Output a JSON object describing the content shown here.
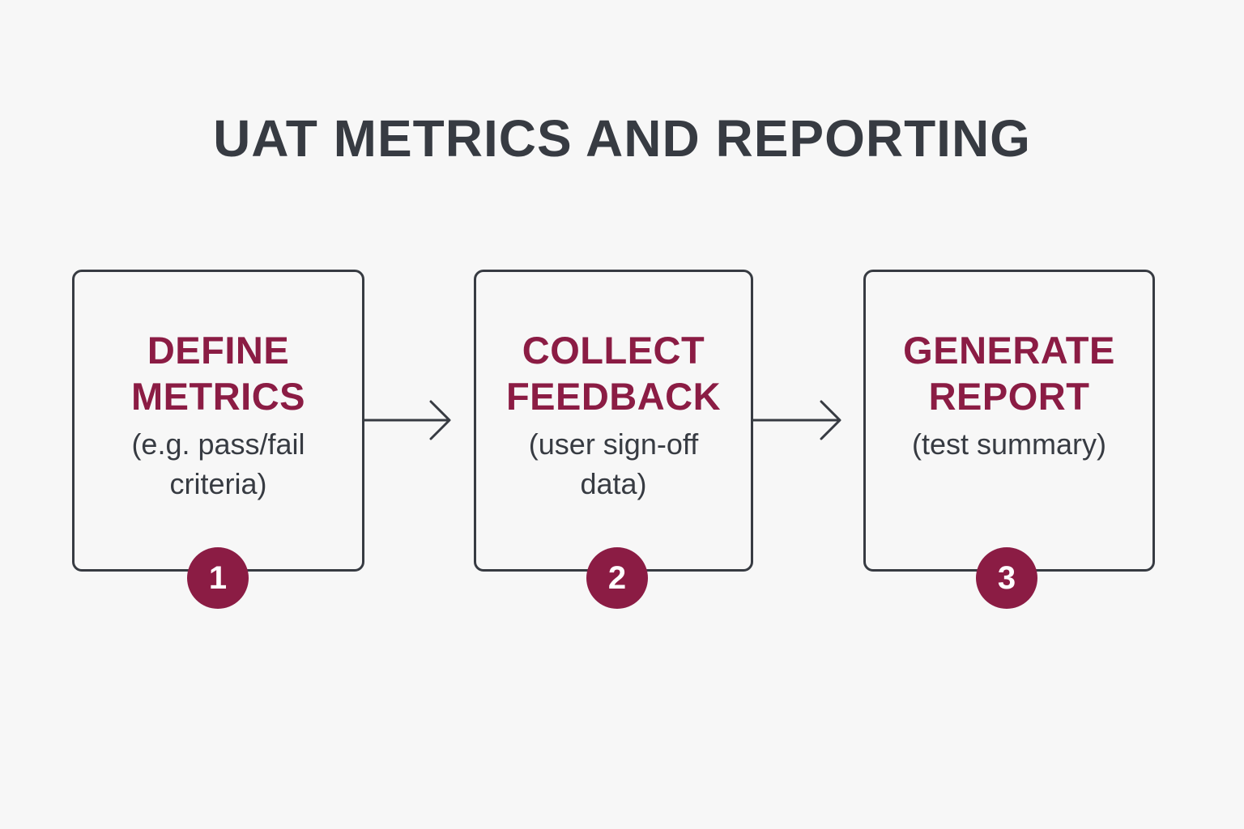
{
  "title": "UAT METRICS AND REPORTING",
  "colors": {
    "accent": "#8b1c44",
    "text": "#373b42",
    "background": "#f7f7f7"
  },
  "steps": [
    {
      "number": "1",
      "title": "DEFINE\nMETRICS",
      "description": "(e.g. pass/fail\ncriteria)"
    },
    {
      "number": "2",
      "title": "COLLECT\nFEEDBACK",
      "description": "(user sign-off\ndata)"
    },
    {
      "number": "3",
      "title": "GENERATE\nREPORT",
      "description": "(test summary)"
    }
  ]
}
